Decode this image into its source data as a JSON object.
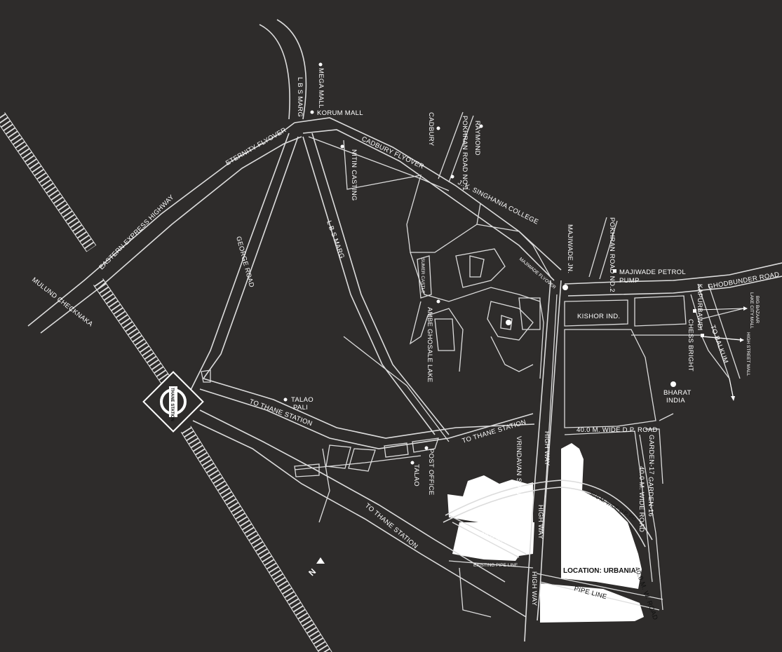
{
  "colors": {
    "background": "#2e2c2b",
    "road": "#dcdcdc",
    "highlight": "#ffffff"
  },
  "icons": [
    "railway-track",
    "station-marker",
    "north-arrow-icon"
  ],
  "labels": {
    "mega_mall": "MEGA MALL",
    "lbs_marg_top": "L B S MARG",
    "korum_mall": "KORUM MALL",
    "cadbury": "CADBURY",
    "raymond": "RAYMOND",
    "pokhran_road_1": "POKHRAN ROAD NO.1",
    "nitin_casting": "NITIN CASTING",
    "cadbury_flyover": "CADBURY FLYOVER",
    "eternity_flyover": "ETERNITY FLYOVER",
    "jk_singhania": "J. K. SINGHANIA COLLEGE",
    "majiwade_jn": "MAJIWADE JN.",
    "pokhran_road_2": "POKHRAN ROAD NO.2",
    "majiwade_petrol": "MAJIWADE PETROL",
    "pump": "PUMP",
    "ghodbunder": "GHODBUNDER ROAD",
    "majiwade_flyover": "MAJIWADE FLYOVER",
    "eastern_express": "EASTERN EXPRESS HIGHWAY",
    "mulund_checknaka": "MULUND CHECKNAKA",
    "george_road": "GEORGE ROAD",
    "lbs_marg_mid": "L B S MARG",
    "sumer_castle": "SUMER CASTLE",
    "kishor_ind": "KISHOR IND.",
    "kapurbawdi": "KAPURBAWDI",
    "chess_bright": "CHESS BRIGHT",
    "to_balkum": "TO BALKUM",
    "lake_city_mall": "LAKE CITY MALL",
    "big_bazaar": "BIG BAZAAR",
    "high_street_mall": "HIGH STREET MALL",
    "ambe_ghosale_lake": "AMBE GHOSALE LAKE",
    "thane_station": "THANE STATION",
    "talao_pali": "TALAO",
    "talao_pali_2": "PALI",
    "to_thane_station_1": "TO THANE STATION",
    "to_thane_station_2": "TO THANE STATION",
    "to_thane_station_3": "TO THANE STATION",
    "bharat_india": "BHARAT",
    "bharat_india_2": "INDIA",
    "dp_road_40": "40.0 M. WIDE D.P. ROAD",
    "garden_17": "GARDEN-17",
    "garden_16": "GARDEN-16",
    "dp_road_40_v": "40.0 M. WIDE ROAD",
    "virindavan": "VRINDAVAN SOCIETY",
    "high_way_1": "HIGH WAY",
    "high_way_2": "HIGH WAY",
    "high_way_3": "HIGH WAY",
    "post_office": "POST OFFICE",
    "talao": "TALAO",
    "road_45": "45.0 M. ROAD",
    "road_30": "30.0 M. WIDE D.P. RD",
    "existing_pipe_line": "EXISTING PIPE LINE",
    "pipe_line": "PIPE LINE",
    "location_urbania": "LOCATION: URBANIA",
    "wide_road_40_bottom": "40.0 M. W. ROAD",
    "north": "N"
  }
}
